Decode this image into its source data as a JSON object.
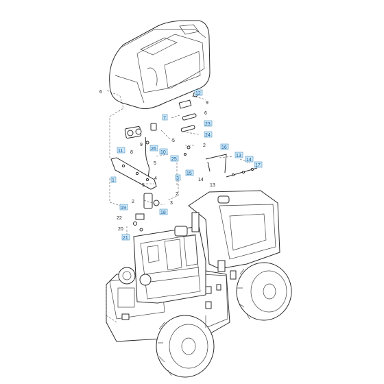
{
  "labels": [
    {
      "id": "l6a",
      "text": "6",
      "boxed": false
    },
    {
      "id": "l12",
      "text": "12",
      "boxed": true
    },
    {
      "id": "l9a",
      "text": "9",
      "boxed": false
    },
    {
      "id": "l6b",
      "text": "6",
      "boxed": false
    },
    {
      "id": "l7",
      "text": "7",
      "boxed": true
    },
    {
      "id": "l23",
      "text": "23",
      "boxed": true
    },
    {
      "id": "l24",
      "text": "24",
      "boxed": true
    },
    {
      "id": "l5a",
      "text": "5",
      "boxed": false
    },
    {
      "id": "l2a",
      "text": "2",
      "boxed": false
    },
    {
      "id": "l11",
      "text": "11",
      "boxed": true
    },
    {
      "id": "l8",
      "text": "8",
      "boxed": false
    },
    {
      "id": "l9b",
      "text": "9",
      "boxed": false
    },
    {
      "id": "l26",
      "text": "26",
      "boxed": true
    },
    {
      "id": "l10",
      "text": "10",
      "boxed": true
    },
    {
      "id": "l16",
      "text": "16",
      "boxed": true
    },
    {
      "id": "l13a",
      "text": "13",
      "boxed": true
    },
    {
      "id": "l14a",
      "text": "14",
      "boxed": true
    },
    {
      "id": "l17",
      "text": "17",
      "boxed": true
    },
    {
      "id": "l25",
      "text": "25",
      "boxed": true
    },
    {
      "id": "l15",
      "text": "15",
      "boxed": true
    },
    {
      "id": "l5b",
      "text": "5",
      "boxed": false
    },
    {
      "id": "l4",
      "text": "4",
      "boxed": false
    },
    {
      "id": "l14b",
      "text": "14",
      "boxed": false
    },
    {
      "id": "l13b",
      "text": "13",
      "boxed": false
    },
    {
      "id": "l1",
      "text": "1",
      "boxed": true
    },
    {
      "id": "l5c",
      "text": "5",
      "boxed": false
    },
    {
      "id": "l3a",
      "text": "3",
      "boxed": true
    },
    {
      "id": "l2b",
      "text": "2",
      "boxed": false
    },
    {
      "id": "l2c",
      "text": "2",
      "boxed": false
    },
    {
      "id": "l3b",
      "text": "3",
      "boxed": false
    },
    {
      "id": "l19",
      "text": "19",
      "boxed": true
    },
    {
      "id": "l18",
      "text": "18",
      "boxed": true
    },
    {
      "id": "l22",
      "text": "22",
      "boxed": false
    },
    {
      "id": "l20",
      "text": "20",
      "boxed": false
    },
    {
      "id": "l21",
      "text": "21",
      "boxed": true
    }
  ]
}
